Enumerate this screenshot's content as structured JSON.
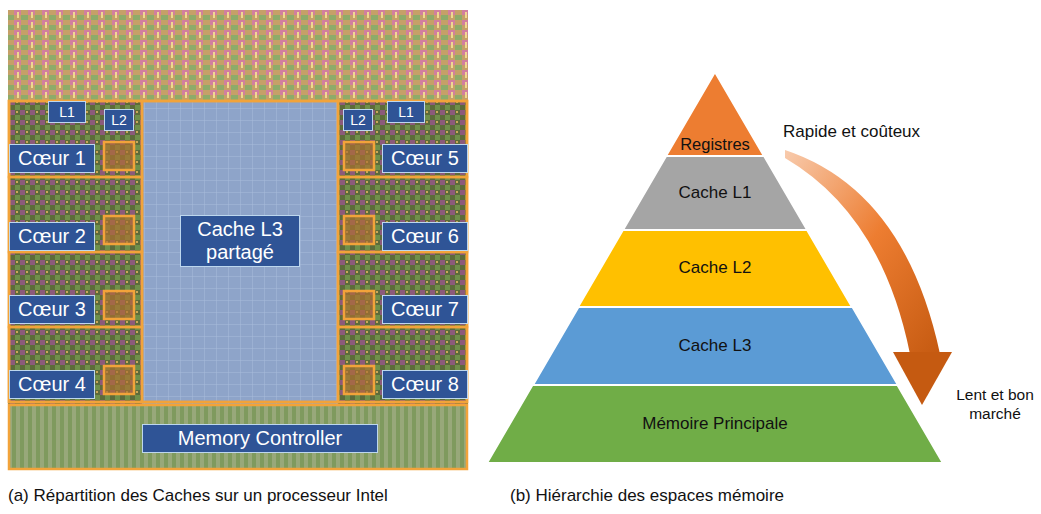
{
  "diagram": {
    "nodes": [
      {
        "text": [
          "L1"
        ]
      },
      {
        "text": [
          "L2"
        ]
      },
      {
        "text": [
          "L2"
        ]
      },
      {
        "text": [
          "L1"
        ]
      },
      {
        "text": [
          "Cœur 1"
        ]
      },
      {
        "text": [
          "Cache L3 partagé"
        ]
      },
      {
        "text": [
          "Cœur 5"
        ]
      },
      {
        "text": [
          "Cœur 2"
        ]
      },
      {
        "text": [
          "Cœur 6"
        ]
      },
      {
        "text": [
          "Cœur 3"
        ]
      },
      {
        "text": [
          "Cœur 7"
        ]
      },
      {
        "text": [
          "Cœur 4"
        ]
      },
      {
        "text": [
          "Cœur 8"
        ]
      },
      {
        "text": [
          "Memory Controller"
        ]
      },
      {
        "text": [
          "Registres"
        ]
      },
      {
        "text": [
          "Cache L1"
        ]
      },
      {
        "text": [
          "Cache L2"
        ]
      },
      {
        "text": [
          "Cache L3"
        ]
      },
      {
        "text": [
          "Mémoire Principale"
        ]
      }
    ],
    "labels": [
      "Rapide et coûteux",
      "Lent et bon marché",
      "(a) Répartition des Caches sur un processeur Intel",
      "(b) Hiérarchie des espaces mémoire"
    ]
  }
}
